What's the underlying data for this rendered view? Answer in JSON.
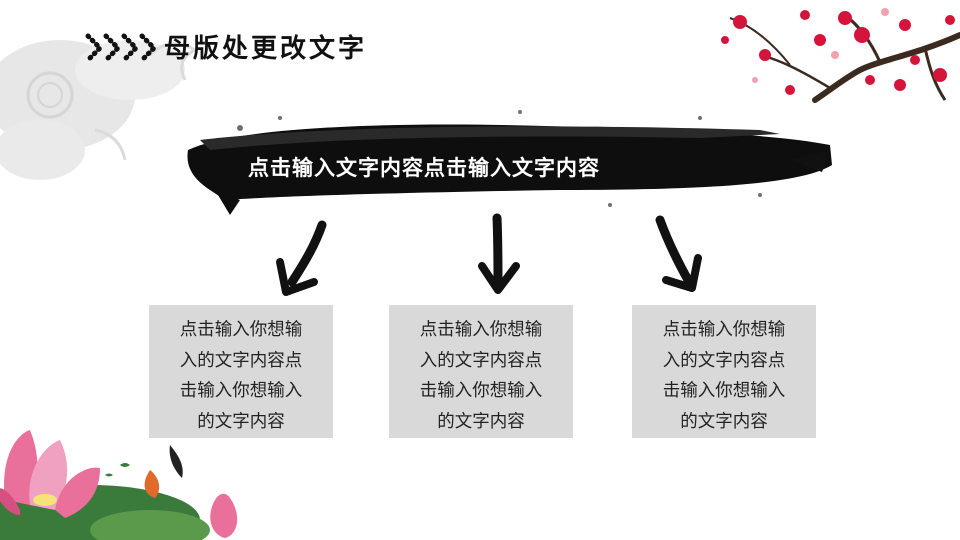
{
  "title": "母版处更改文字",
  "banner": {
    "text": "点击输入文字内容点击输入文字内容"
  },
  "boxes": [
    {
      "lines": [
        "点击输入你想输",
        "入的文字内容点",
        "击输入你想输入",
        "的文字内容"
      ]
    },
    {
      "lines": [
        "点击输入你想输",
        "入的文字内容点",
        "击输入你想输入",
        "的文字内容"
      ]
    },
    {
      "lines": [
        "点击输入你想输",
        "入的文字内容点",
        "击输入你想输入",
        "的文字内容"
      ]
    }
  ],
  "colors": {
    "ink": "#111111",
    "box_fill": "#d9d9d9",
    "blossom": "#d4143a",
    "lotus": "#e8709a",
    "leaf": "#3a7a3a"
  },
  "icons": [
    "chevron-arrows-icon",
    "ink-arrow-down-left-icon",
    "ink-arrow-down-icon",
    "ink-arrow-down-right-icon"
  ]
}
